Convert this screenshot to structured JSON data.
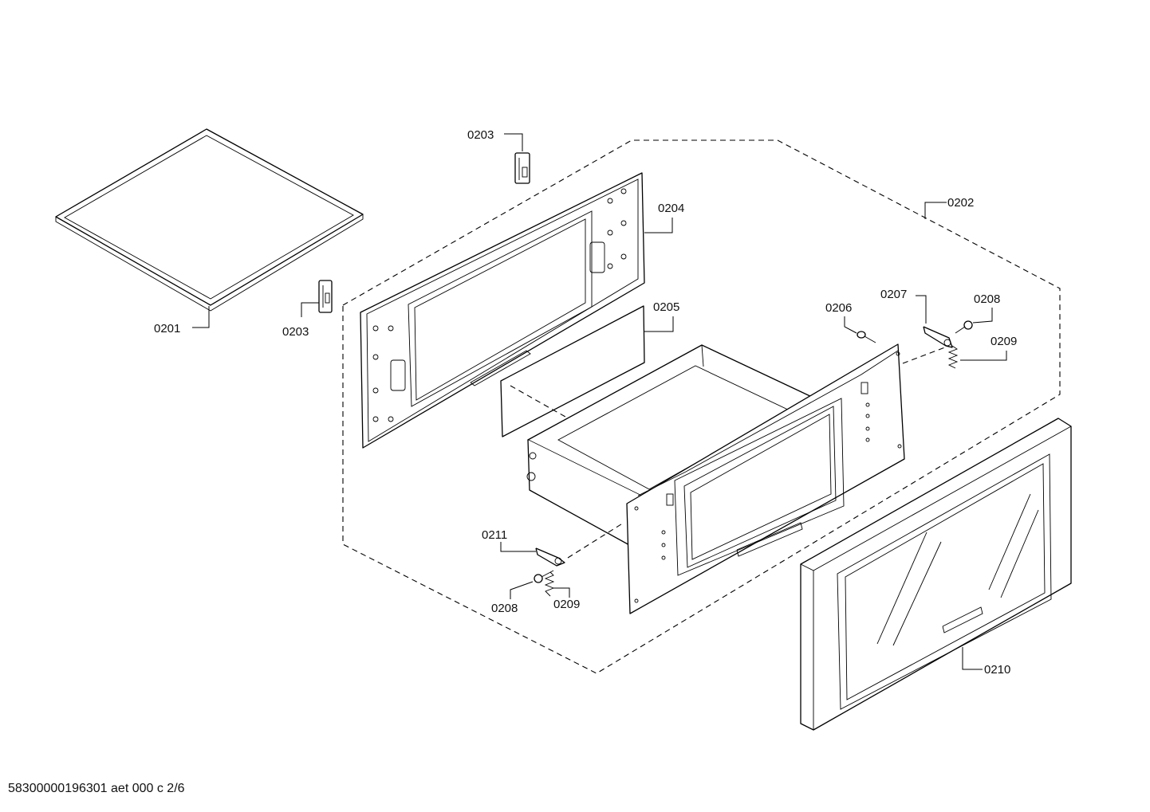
{
  "footer": {
    "text": "58300000196301 aet 000 c 2/6"
  },
  "labels": {
    "l0201": "0201",
    "l0202": "0202",
    "l0203a": "0203",
    "l0203b": "0203",
    "l0204": "0204",
    "l0205": "0205",
    "l0206": "0206",
    "l0207": "0207",
    "l0208a": "0208",
    "l0208b": "0208",
    "l0209a": "0209",
    "l0209b": "0209",
    "l0210": "0210",
    "l0211": "0211"
  }
}
